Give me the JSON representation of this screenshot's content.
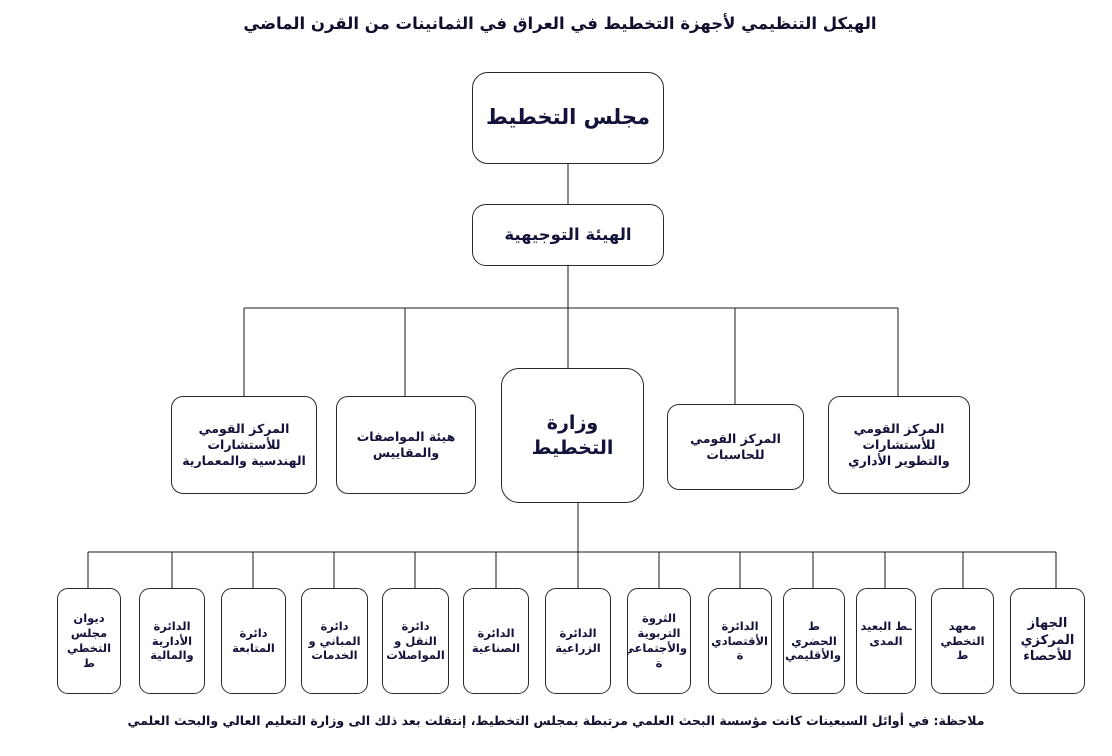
{
  "title": "الهيكل التنظيمي لأجهزة التخطيط في العراق في الثمانينات من القرن الماضي",
  "footnote": "ملاحظة: في أوائل السبعينات كانت مؤسسة البحث العلمي مرتبطة بمجلس التخطيط، إنتقلت بعد ذلك الى وزارة التعليم العالي والبحث العلمي",
  "colors": {
    "text": "#12123a",
    "box_border": "#2b2b2b",
    "connector": "#1a1a1a",
    "background": "#ffffff"
  },
  "chart_data": {
    "type": "diagram",
    "diagram_kind": "organizational-chart",
    "title": "الهيكل التنظيمي لأجهزة التخطيط في العراق في الثمانينات من القرن الماضي",
    "direction": "rtl",
    "levels": 4,
    "nodes": [
      {
        "id": "n1",
        "level": 1,
        "label": "مجلس التخطيط",
        "parent": null
      },
      {
        "id": "n2",
        "level": 2,
        "label": "الهيئة التوجيهية",
        "parent": "n1"
      },
      {
        "id": "n3",
        "level": 3,
        "label": "المركز القومي\nللأستشارات\nالهندسية والمعمارية",
        "parent": "n2"
      },
      {
        "id": "n4",
        "level": 3,
        "label": "هيئة المواصفات\nوالمقاييس",
        "parent": "n2"
      },
      {
        "id": "n5",
        "level": 3,
        "label": "وزارة\nالتخطيط",
        "parent": "n2"
      },
      {
        "id": "n6",
        "level": 3,
        "label": "المركز القومي\nللحاسبات",
        "parent": "n2"
      },
      {
        "id": "n7",
        "level": 3,
        "label": "المركز القومي\nللأستشارات\nوالتطوير الأداري",
        "parent": "n2"
      },
      {
        "id": "n8",
        "level": 4,
        "label": "ديوان\nمجلس\nالتخطي\nط",
        "parent": "n5"
      },
      {
        "id": "n9",
        "level": 4,
        "label": "الدائرة\nالأدارية\nوالمالية",
        "parent": "n5"
      },
      {
        "id": "n10",
        "level": 4,
        "label": "دائرة\nالمتابعة",
        "parent": "n5"
      },
      {
        "id": "n11",
        "level": 4,
        "label": "دائرة\nالمباني و\nالخدمات",
        "parent": "n5"
      },
      {
        "id": "n12",
        "level": 4,
        "label": "دائرة\nالنقل و\nالمواصلات",
        "parent": "n5"
      },
      {
        "id": "n13",
        "level": 4,
        "label": "الدائرة\nالصناعية",
        "parent": "n5"
      },
      {
        "id": "n14",
        "level": 4,
        "label": "الدائرة\nالزراعية",
        "parent": "n5"
      },
      {
        "id": "n15",
        "level": 4,
        "label": "الثروة\nالتربوية\nوالأجتماعي\nة",
        "parent": "n5"
      },
      {
        "id": "n16",
        "level": 4,
        "label": "الدائرة\nالأقتصادي\nة",
        "parent": "n5"
      },
      {
        "id": "n17",
        "level": 4,
        "label": "ط\nالحضري\nوالأقليمي",
        "parent": "n5"
      },
      {
        "id": "n18",
        "level": 4,
        "label": "ـط البعيد\nالمدى",
        "parent": "n5"
      },
      {
        "id": "n19",
        "level": 4,
        "label": "معهد\nالتخطي\nط",
        "parent": "n5"
      },
      {
        "id": "n20",
        "level": 4,
        "label": "الجهاز\nالمركزي\nللأحصاء",
        "parent": "n5"
      }
    ]
  }
}
